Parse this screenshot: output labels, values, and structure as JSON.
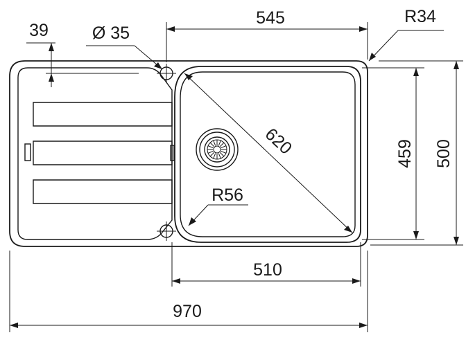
{
  "dimensions": {
    "overall_width": "970",
    "overall_height": "500",
    "bowl_width": "510",
    "bowl_height": "459",
    "bowl_diagonal": "620",
    "bowl_to_edge": "545",
    "corner_radius_outer": "R34",
    "corner_radius_bowl": "R56",
    "tap_hole_diameter": "Ø 35",
    "tap_hole_inset": "39"
  },
  "colors": {
    "line": "#1a1a1a",
    "background": "#ffffff"
  }
}
